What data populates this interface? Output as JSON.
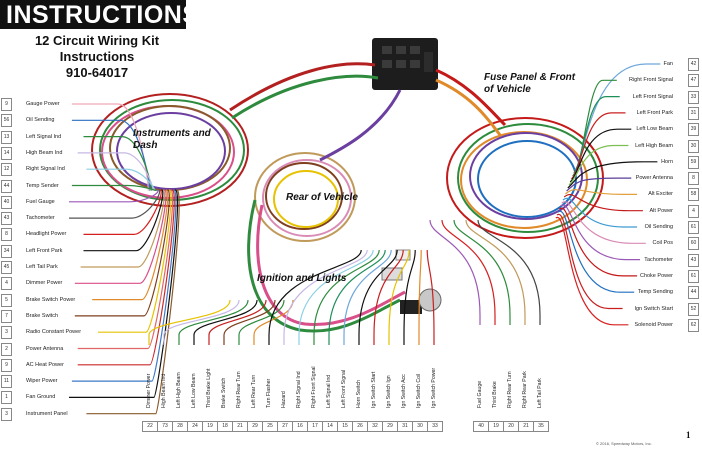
{
  "header": {
    "title": "INSTRUCTIONS",
    "subtitle_line1": "12 Circuit Wiring Kit",
    "subtitle_line2": "Instructions",
    "part_number": "910-64017"
  },
  "regions": {
    "instruments": "Instruments and Dash",
    "fuse_panel": "Fuse Panel & Front of Vehicle",
    "rear": "Rear of Vehicle",
    "ignition": "Ignition and Lights"
  },
  "left_wires": [
    {
      "num": "9",
      "label": "Gauge Power",
      "color": "#f1a6b8"
    },
    {
      "num": "56",
      "label": "Oil Sending",
      "color": "#2c6fbf"
    },
    {
      "num": "13",
      "label": "Left Signal Ind",
      "color": "#2e8b3d"
    },
    {
      "num": "14",
      "label": "High Beam Ind",
      "color": "#c5b8e6"
    },
    {
      "num": "12",
      "label": "Right Signal Ind",
      "color": "#8bd0e3"
    },
    {
      "num": "44",
      "label": "Temp Sender",
      "color": "#2e8b3d"
    },
    {
      "num": "40",
      "label": "Fuel Gauge",
      "color": "#9b59b6"
    },
    {
      "num": "43",
      "label": "Tachometer",
      "color": "#555555"
    },
    {
      "num": "8",
      "label": "Headlight Power",
      "color": "#d62020"
    },
    {
      "num": "34",
      "label": "Left Front Park",
      "color": "#111111"
    },
    {
      "num": "45",
      "label": "Left Tail Park",
      "color": "#c09a5a"
    },
    {
      "num": "4",
      "label": "Dimmer Power",
      "color": "#d94f8a"
    },
    {
      "num": "5",
      "label": "Brake Switch Power",
      "color": "#e08a2a"
    },
    {
      "num": "7",
      "label": "Brake Switch",
      "color": "#7f3f1f"
    },
    {
      "num": "3",
      "label": "Radio Constant Power",
      "color": "#e6c200"
    },
    {
      "num": "2",
      "label": "Power Antenna",
      "color": "#e06666"
    },
    {
      "num": "9",
      "label": "AC Heat Power",
      "color": "#cc2a2a"
    },
    {
      "num": "11",
      "label": "Wiper Power",
      "color": "#3d7ac7"
    },
    {
      "num": "1",
      "label": "Fan Ground",
      "color": "#111111"
    },
    {
      "num": "3",
      "label": "Instrument Panel",
      "color": "#8a5a2b"
    }
  ],
  "right_wires": [
    {
      "num": "42",
      "label": "Fan",
      "color": "#6fa8dc"
    },
    {
      "num": "47",
      "label": "Right Front Signal",
      "color": "#2e8b3d"
    },
    {
      "num": "33",
      "label": "Left Front Signal",
      "color": "#1f8f5a"
    },
    {
      "num": "31",
      "label": "Left Front Park",
      "color": "#c82020"
    },
    {
      "num": "39",
      "label": "Left Low Beam",
      "color": "#111111"
    },
    {
      "num": "30",
      "label": "Left High Beam",
      "color": "#7cbf52"
    },
    {
      "num": "59",
      "label": "Horn",
      "color": "#111111"
    },
    {
      "num": "8",
      "label": "Power Antenna",
      "color": "#5a3d9a"
    },
    {
      "num": "58",
      "label": "Alt Exciter",
      "color": "#e0a03a"
    },
    {
      "num": "4",
      "label": "Alt Power",
      "color": "#c41a1a"
    },
    {
      "num": "61",
      "label": "Oil Sending",
      "color": "#3d9ad1"
    },
    {
      "num": "60",
      "label": "Coil Pos",
      "color": "#d98bb5"
    },
    {
      "num": "43",
      "label": "Tachometer",
      "color": "#9b59b6"
    },
    {
      "num": "61",
      "label": "Choke Power",
      "color": "#c41a1a"
    },
    {
      "num": "44",
      "label": "Temp Sending",
      "color": "#1f6fc0"
    },
    {
      "num": "52",
      "label": "Ign Switch Start",
      "color": "#c82020"
    },
    {
      "num": "62",
      "label": "Solenoid Power",
      "color": "#d62020"
    }
  ],
  "bottom_wires": [
    {
      "num": "22",
      "label": "Dimmer Power",
      "color": "#e6c200"
    },
    {
      "num": "73",
      "label": "High Beam Ind",
      "color": "#c5b8e6"
    },
    {
      "num": "28",
      "label": "Left High Beam",
      "color": "#2e8b3d"
    },
    {
      "num": "24",
      "label": "Left Low Beam",
      "color": "#111111"
    },
    {
      "num": "19",
      "label": "Third Brake Light",
      "color": "#c82020"
    },
    {
      "num": "18",
      "label": "Brake Switch",
      "color": "#7f3f1f"
    },
    {
      "num": "21",
      "label": "Right Rear Turn",
      "color": "#2e8b3d"
    },
    {
      "num": "29",
      "label": "Left Rear Turn",
      "color": "#e08a2a"
    },
    {
      "num": "25",
      "label": "Turn Flasher",
      "color": "#111111"
    },
    {
      "num": "27",
      "label": "Hazard",
      "color": "#c5b8e6"
    },
    {
      "num": "16",
      "label": "Right Signal Ind",
      "color": "#8bd0e3"
    },
    {
      "num": "17",
      "label": "Right Front Signal",
      "color": "#2e8b3d"
    },
    {
      "num": "14",
      "label": "Left Signal Ind",
      "color": "#1f8f5a"
    },
    {
      "num": "15",
      "label": "Left Front Signal",
      "color": "#6fa8dc"
    },
    {
      "num": "26",
      "label": "Horn Switch",
      "color": "#111111"
    },
    {
      "num": "32",
      "label": "Ign Switch Start",
      "color": "#c82020"
    },
    {
      "num": "29",
      "label": "Ign Switch Ign",
      "color": "#e6c200"
    },
    {
      "num": "31",
      "label": "Ign Switch Acc",
      "color": "#111111"
    },
    {
      "num": "30",
      "label": "Ign Switch Coil",
      "color": "#e08a2a"
    },
    {
      "num": "33",
      "label": "Ign Switch Power",
      "color": "#c82020"
    },
    {
      "num": "40",
      "label": "Fuel Gauge",
      "color": "#9b59b6"
    },
    {
      "num": "19",
      "label": "Third Brake",
      "color": "#d62020"
    },
    {
      "num": "20",
      "label": "Right Rear Turn",
      "color": "#2e8b3d"
    },
    {
      "num": "21",
      "label": "Right Rear Park",
      "color": "#c09a5a"
    },
    {
      "num": "35",
      "label": "Left Tail Park",
      "color": "#444444"
    }
  ],
  "footer": {
    "copyright": "© 2016, Speedway Motors, Inc.",
    "page": "1"
  }
}
